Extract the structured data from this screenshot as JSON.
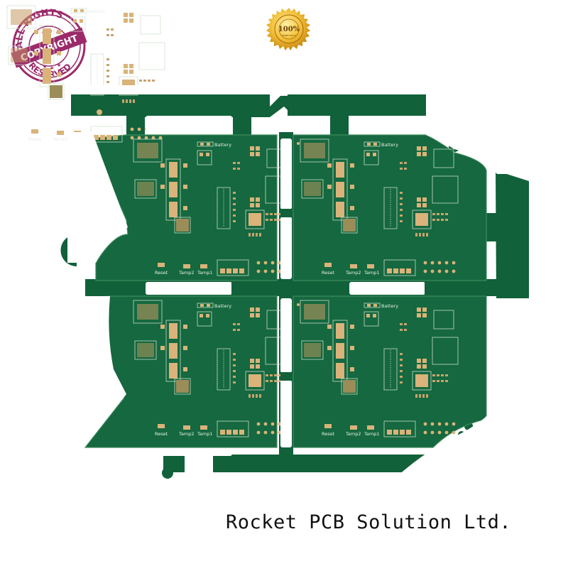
{
  "image": {
    "subject": "Multi-board green printed circuit board panel (4 boards) with cut-out mask shapes",
    "background_color": "#ffffff",
    "pcb_color": "#11613a",
    "pad_color": "#d9b37a"
  },
  "badges": {
    "copyright_stamp": {
      "top_text": "ALL RIGHTS",
      "banner_text": "COPYRIGHT",
      "bottom_text": "RESERVED",
      "color": "#9b2a6a"
    },
    "guarantee_seal": {
      "ring_text": "SATISFACTION GUARANTEED",
      "center_text": "100%",
      "sub_text": "MONEY BACK",
      "color": "#e2a51a"
    }
  },
  "boards": [
    {
      "position": "top-left",
      "labels": [
        "Battery",
        "Reset",
        "Tamp2",
        "Tamp1"
      ]
    },
    {
      "position": "top-right",
      "labels": [
        "Battery",
        "Reset",
        "Tamp2",
        "Tamp1"
      ]
    },
    {
      "position": "bottom-left",
      "labels": [
        "Battery",
        "Reset",
        "Tamp2",
        "Tamp1"
      ]
    },
    {
      "position": "bottom-right",
      "labels": [
        "Battery",
        "Reset",
        "Tamp2",
        "Tamp1"
      ]
    }
  ],
  "caption": {
    "text": "Rocket PCB Solution Ltd."
  }
}
